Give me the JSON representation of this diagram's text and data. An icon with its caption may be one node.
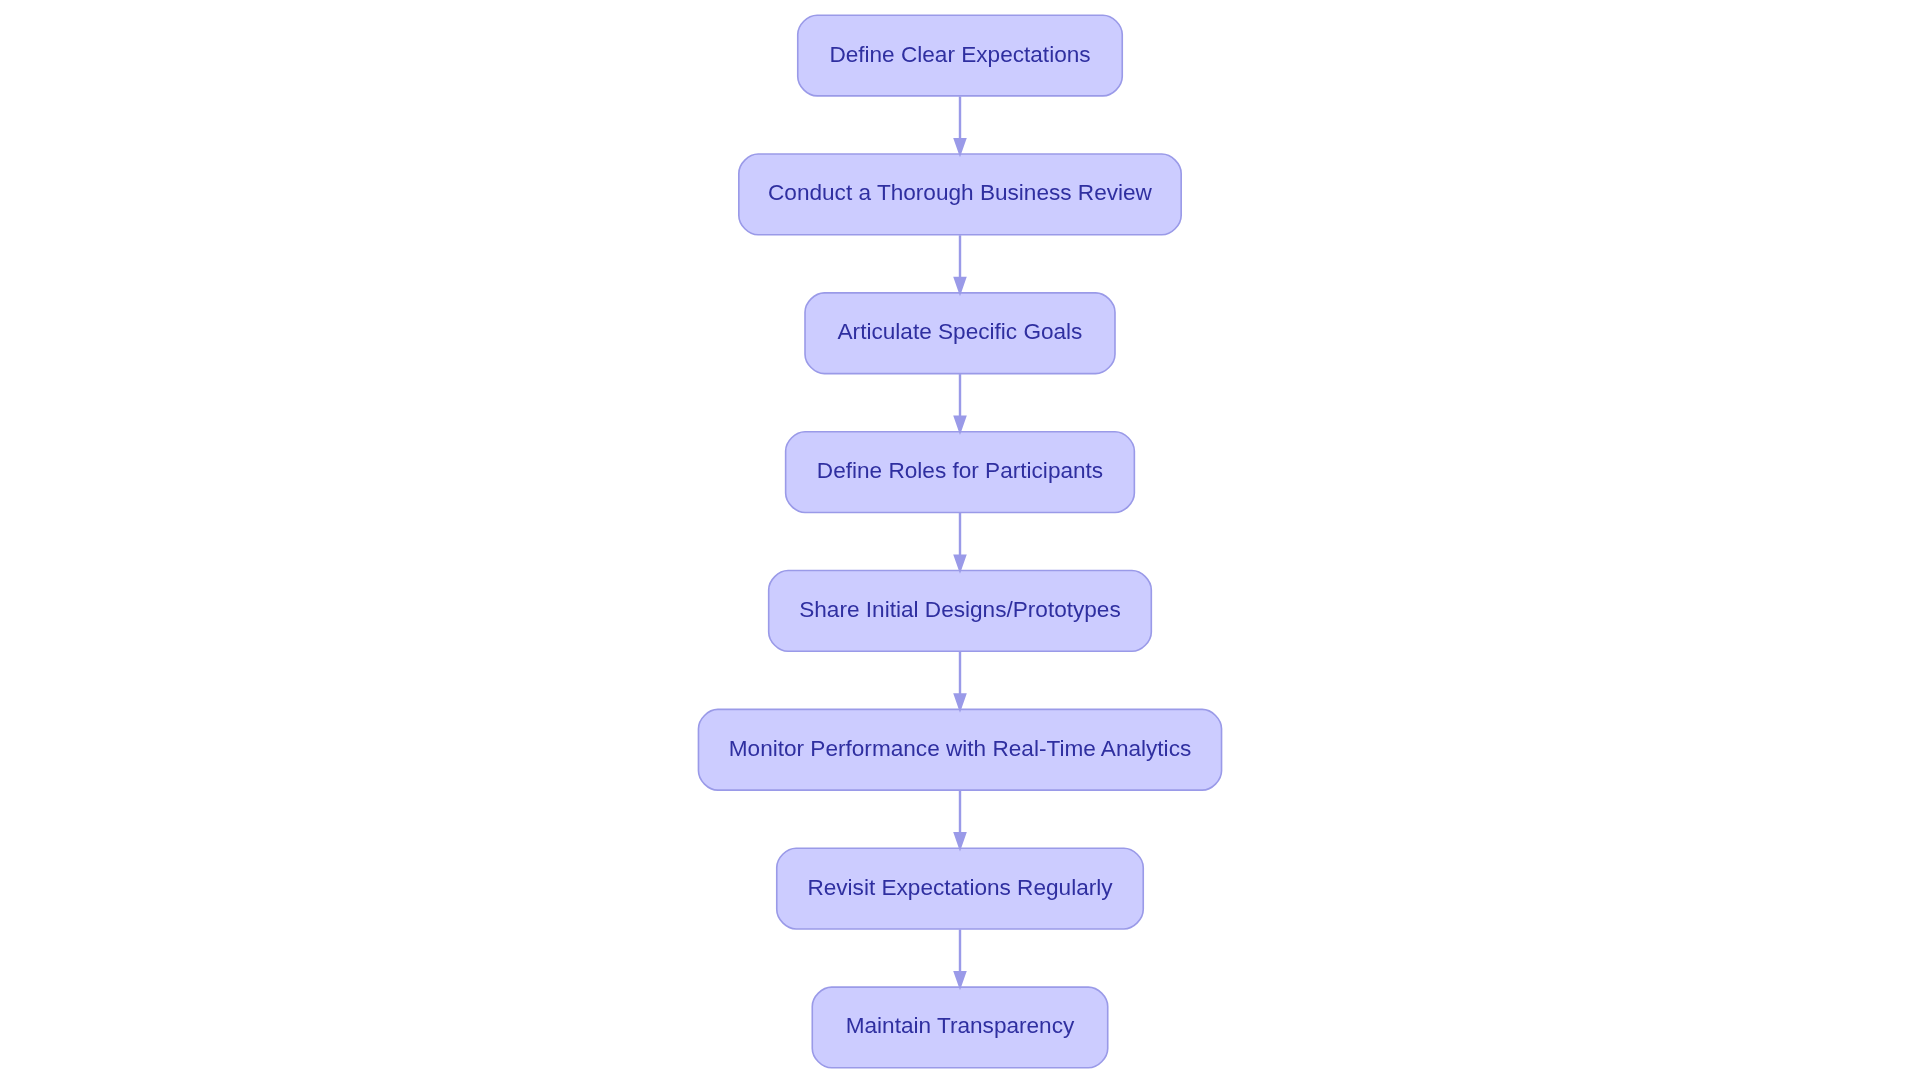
{
  "diagram": {
    "nodes": [
      {
        "text": [
          "Define Clear Expectations"
        ]
      },
      {
        "text": [
          "Conduct a Thorough Business Review"
        ]
      },
      {
        "text": [
          "Articulate Specific Goals"
        ]
      },
      {
        "text": [
          "Define Roles for Participants"
        ]
      },
      {
        "text": [
          "Share Initial Designs/Prototypes"
        ]
      },
      {
        "text": [
          "Monitor Performance with Real-Time Analytics"
        ]
      },
      {
        "text": [
          "Revisit Expectations Regularly"
        ]
      },
      {
        "text": [
          "Maintain Transparency"
        ]
      }
    ],
    "edges": [
      {
        "from": 0,
        "to": 1,
        "arrow": "to"
      },
      {
        "from": 1,
        "to": 2,
        "arrow": "to"
      },
      {
        "from": 2,
        "to": 3,
        "arrow": "to"
      },
      {
        "from": 3,
        "to": 4,
        "arrow": "to"
      },
      {
        "from": 4,
        "to": 5,
        "arrow": "to"
      },
      {
        "from": 5,
        "to": 6,
        "arrow": "to"
      },
      {
        "from": 6,
        "to": 7,
        "arrow": "to"
      }
    ]
  }
}
